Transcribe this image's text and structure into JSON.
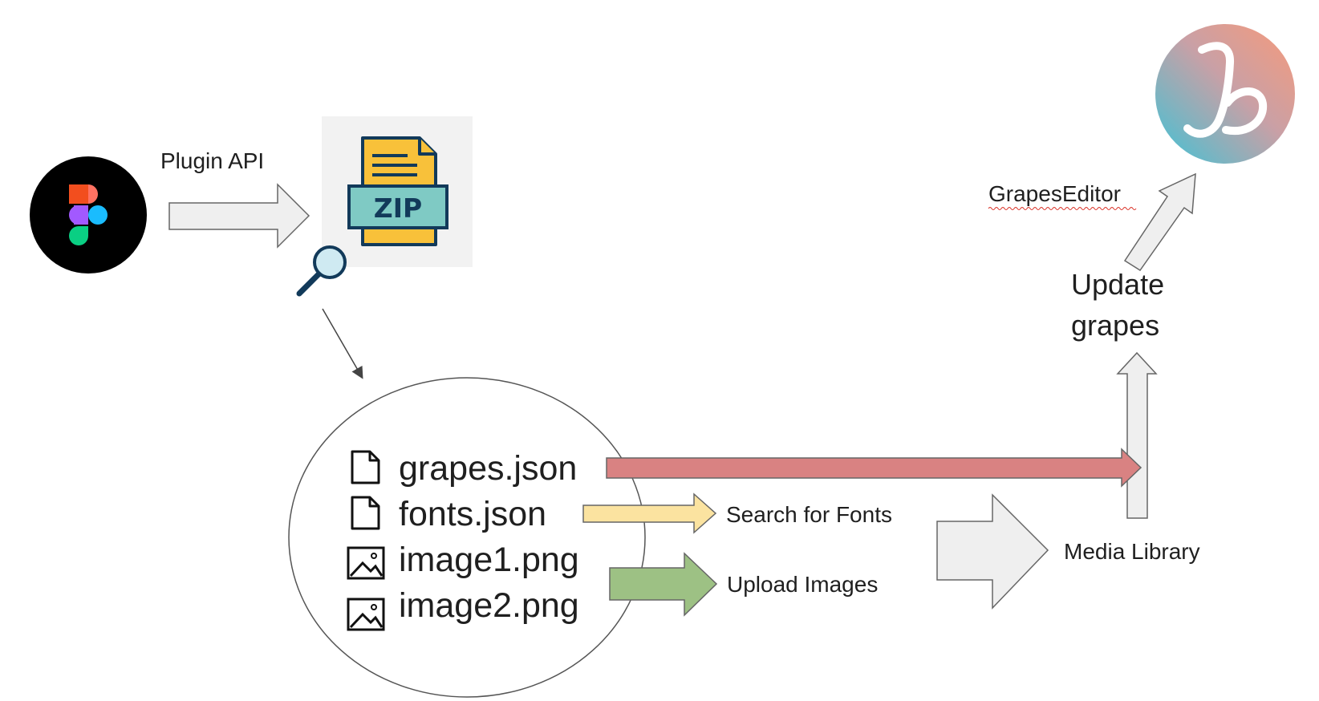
{
  "labels": {
    "plugin_api": "Plugin API",
    "zip": "ZIP",
    "grapes_editor": "GrapesEditor",
    "update_grapes_line1": "Update",
    "update_grapes_line2": "grapes",
    "search_fonts": "Search for Fonts",
    "upload_images": "Upload Images",
    "media_library": "Media Library"
  },
  "files": [
    {
      "name": "grapes.json",
      "icon": "file-icon"
    },
    {
      "name": "fonts.json",
      "icon": "file-icon"
    },
    {
      "name": "image1.png",
      "icon": "image-icon"
    },
    {
      "name": "image2.png",
      "icon": "image-icon"
    }
  ],
  "colors": {
    "arrow_grapes": "#d98282",
    "arrow_fonts": "#fbe3a0",
    "arrow_images": "#9dc184",
    "arrow_neutral": "#efefef",
    "figma_bg": "#000000",
    "zip_yellow": "#f8c13a",
    "zip_teal": "#7fcac4"
  }
}
